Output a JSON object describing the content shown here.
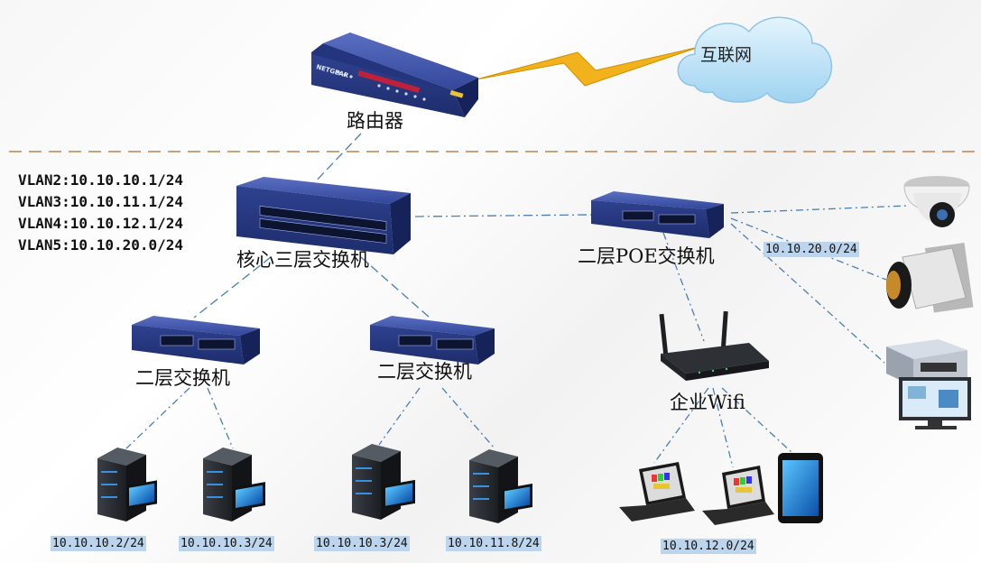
{
  "internet": {
    "label": "互联网"
  },
  "router": {
    "label": "路由器",
    "brand": "NETGEAR"
  },
  "core_switch": {
    "label": "核心三层交换机",
    "vlans": [
      "VLAN2:10.10.10.1/24",
      "VLAN3:10.10.11.1/24",
      "VLAN4:10.10.12.1/24",
      "VLAN5:10.10.20.0/24"
    ]
  },
  "poe_switch": {
    "label": "二层POE交换机",
    "subnet": "10.10.20.0/24"
  },
  "access_switches": [
    {
      "label": "二层交换机"
    },
    {
      "label": "二层交换机"
    }
  ],
  "wifi": {
    "label": "企业Wifi",
    "subnet": "10.10.12.0/24"
  },
  "servers": [
    {
      "ip": "10.10.10.2/24"
    },
    {
      "ip": "10.10.10.3/24"
    },
    {
      "ip": "10.10.10.3/24"
    },
    {
      "ip": "10.10.11.8/24"
    }
  ],
  "colors": {
    "device_blue": "#2b3f8c",
    "link": "#4a7fb5",
    "lightning": "#f2b21b",
    "divider": "#c9a27a",
    "ip_highlight": "#bcd4ec"
  }
}
